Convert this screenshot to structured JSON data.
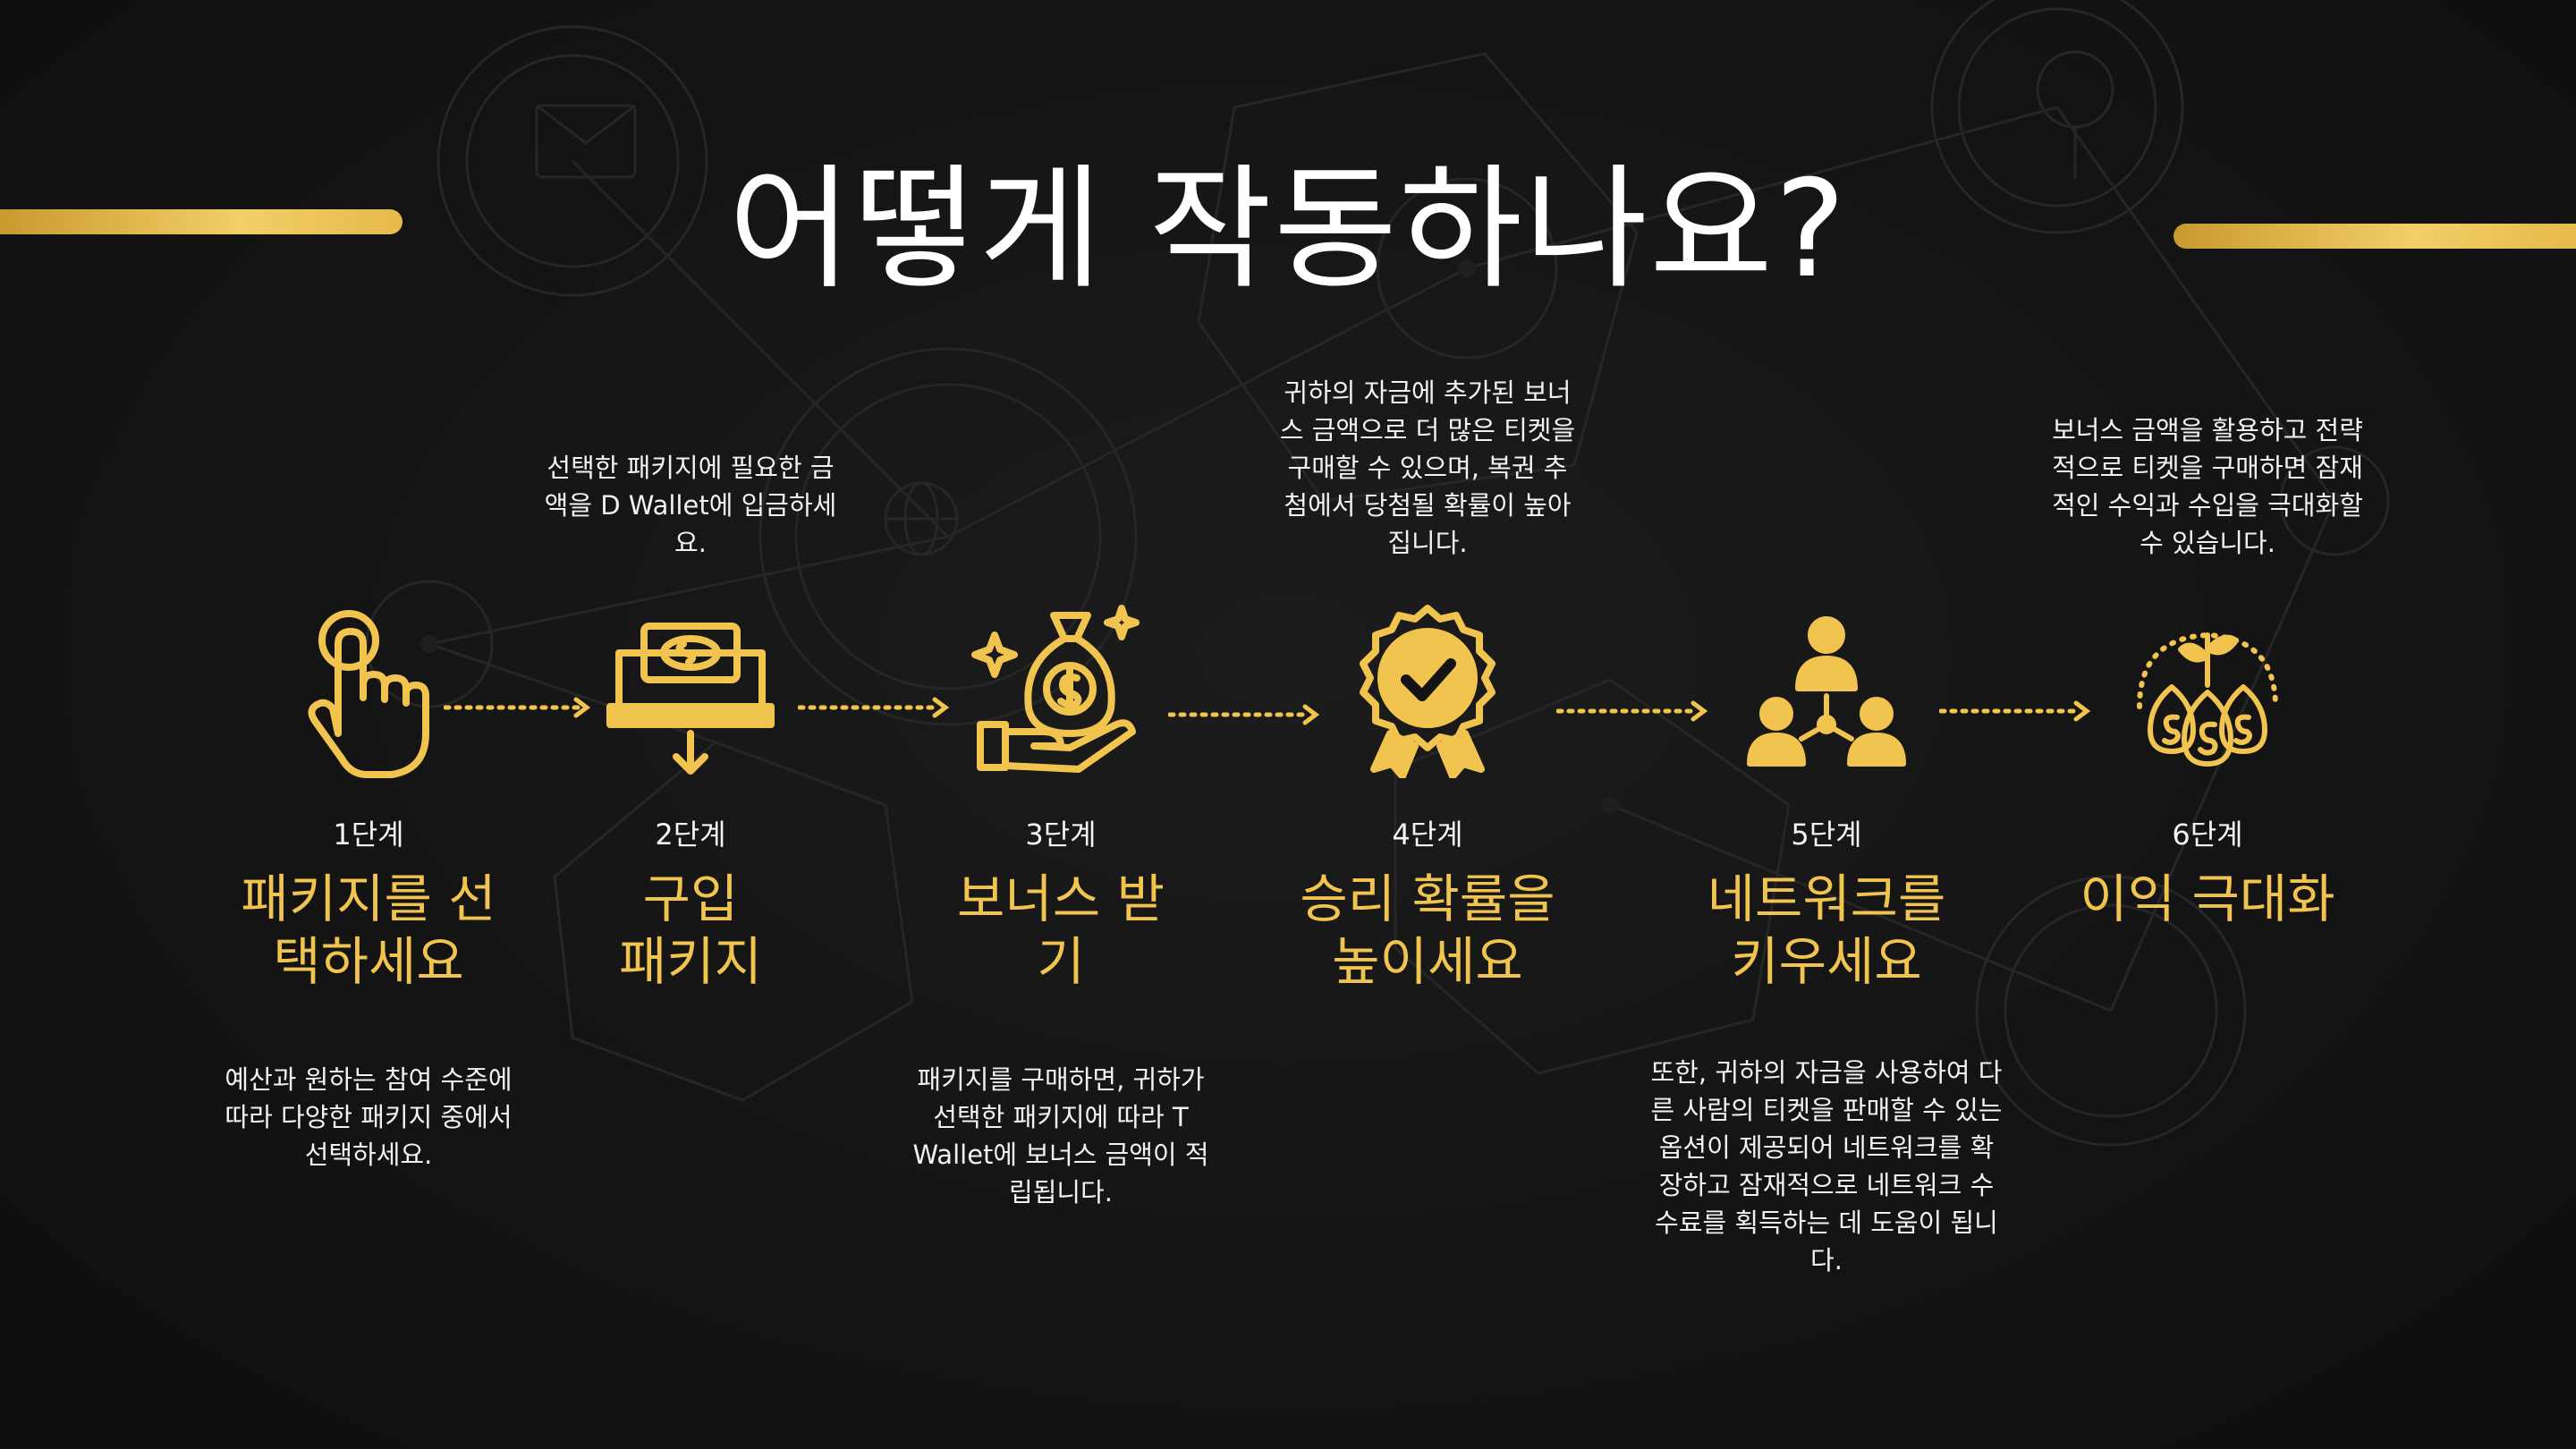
{
  "title": "어떻게 작동하나요?",
  "colors": {
    "accent": "#f1c34f",
    "background": "#121212",
    "text": "#ffffff"
  },
  "steps": [
    {
      "label": "1단계",
      "title_lines": [
        "패키지를 선",
        "택하세요"
      ],
      "icon": "hand-pointer-icon",
      "top_lines": [],
      "bottom_lines": [
        "예산과 원하는 참여 수준에",
        "따라 다양한 패키지 중에서",
        "선택하세요."
      ]
    },
    {
      "label": "2단계",
      "title_lines": [
        "구입",
        "패키지"
      ],
      "icon": "cash-deposit-icon",
      "top_lines": [
        "선택한 패키지에 필요한 금",
        "액을 D Wallet에 입금하세",
        "요."
      ],
      "bottom_lines": []
    },
    {
      "label": "3단계",
      "title_lines": [
        "보너스 받",
        "기"
      ],
      "icon": "money-bag-hand-icon",
      "top_lines": [],
      "bottom_lines": [
        "패키지를 구매하면, 귀하가",
        "선택한 패키지에 따라 T",
        "Wallet에 보너스 금액이 적",
        "립됩니다."
      ]
    },
    {
      "label": "4단계",
      "title_lines": [
        "승리 확률을",
        "높이세요"
      ],
      "icon": "award-badge-icon",
      "top_lines": [
        "귀하의 자금에 추가된 보너",
        "스 금액으로 더 많은 티켓을",
        "구매할 수 있으며, 복권 추",
        "첨에서 당첨될 확률이 높아",
        "집니다."
      ],
      "bottom_lines": []
    },
    {
      "label": "5단계",
      "title_lines": [
        "네트워크를",
        "키우세요"
      ],
      "icon": "network-people-icon",
      "top_lines": [],
      "bottom_lines": [
        "또한, 귀하의 자금을 사용하여 다",
        "른 사람의 티켓을 판매할 수 있는",
        "옵션이 제공되어 네트워크를 확",
        "장하고 잠재적으로 네트워크 수",
        "수료를 획득하는 데 도움이 됩니",
        "다."
      ]
    },
    {
      "label": "6단계",
      "title_lines": [
        "이익 극대화"
      ],
      "icon": "money-growth-icon",
      "top_lines": [
        "보너스 금액을 활용하고 전략",
        "적으로 티켓을 구매하면 잠재",
        "적인 수익과 수입을 극대화할",
        "수 있습니다."
      ],
      "bottom_lines": []
    }
  ]
}
